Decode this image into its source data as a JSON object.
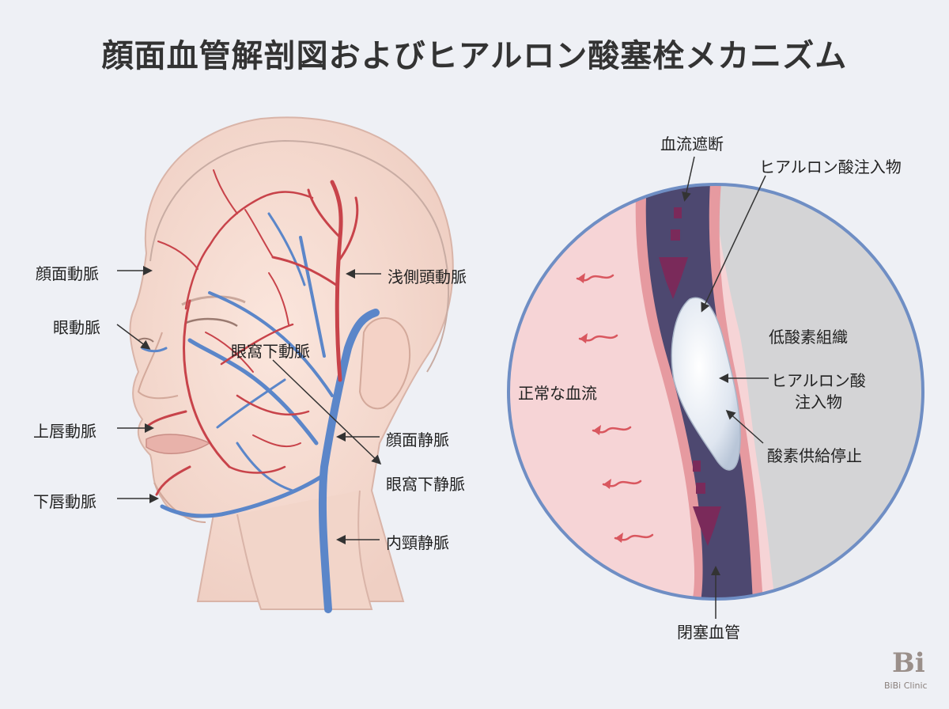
{
  "title": "顔面血管解剖図およびヒアルロン酸塞栓メカニズム",
  "face_labels": {
    "facial_artery": "顔面動脈",
    "ophthalmic_artery": "眼動脈",
    "superior_labial_artery": "上唇動脈",
    "inferior_labial_artery": "下唇動脈",
    "superficial_temporal_artery": "浅側頭動脈",
    "infraorbital_artery": "眼窩下動脈",
    "facial_vein": "顔面静脈",
    "infraorbital_vein": "眼窩下静脈",
    "internal_jugular_vein": "内頸静脈"
  },
  "inset_labels": {
    "flow_block": "血流遮断",
    "ha_filler_top": "ヒアルロン酸注入物",
    "hypoxic_tissue": "低酸素組織",
    "ha_filler_mid_1": "ヒアルロン酸",
    "ha_filler_mid_2": "注入物",
    "normal_flow": "正常な血流",
    "oxygen_stop": "酸素供給停止",
    "occluded_vessel": "閉塞血管"
  },
  "logo": {
    "mark": "Bi",
    "text": "BiBi Clinic"
  },
  "colors": {
    "artery": "#c8434a",
    "vein": "#5b86c9",
    "vessel_dark": "#4d4870",
    "arrow": "#7a2a5a",
    "normal_tissue": "#f6d4d6",
    "hypoxic_tissue": "#d4d4d6",
    "circle_border": "#6f8ec4"
  }
}
